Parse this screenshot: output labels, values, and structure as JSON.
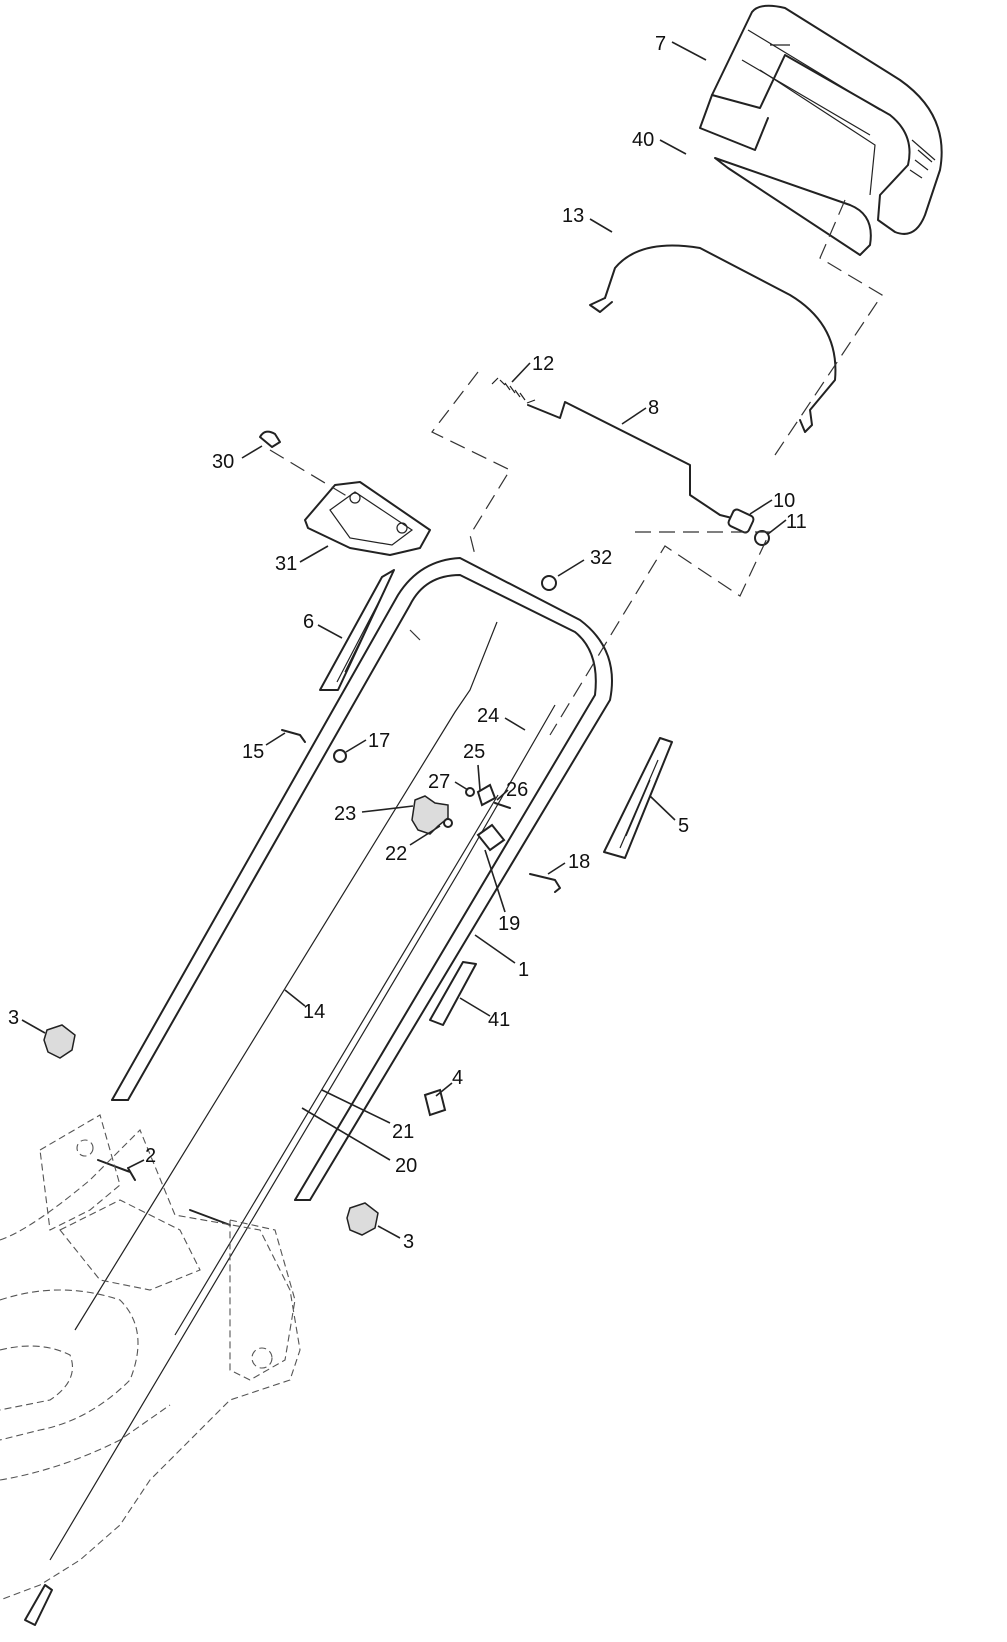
{
  "callouts": {
    "c7": "7",
    "c40": "40",
    "c13": "13",
    "c12": "12",
    "c8": "8",
    "c30": "30",
    "c10": "10",
    "c11": "11",
    "c31": "31",
    "c32": "32",
    "c6": "6",
    "c24": "24",
    "c15": "15",
    "c17": "17",
    "c25": "25",
    "c27": "27",
    "c26": "26",
    "c23": "23",
    "c5": "5",
    "c22": "22",
    "c18": "18",
    "c19": "19",
    "c1": "1",
    "c14": "14",
    "c41": "41",
    "c3a": "3",
    "c4": "4",
    "c21": "21",
    "c2": "2",
    "c20": "20",
    "c3b": "3"
  },
  "colors": {
    "line": "#222222",
    "background": "#ffffff"
  }
}
